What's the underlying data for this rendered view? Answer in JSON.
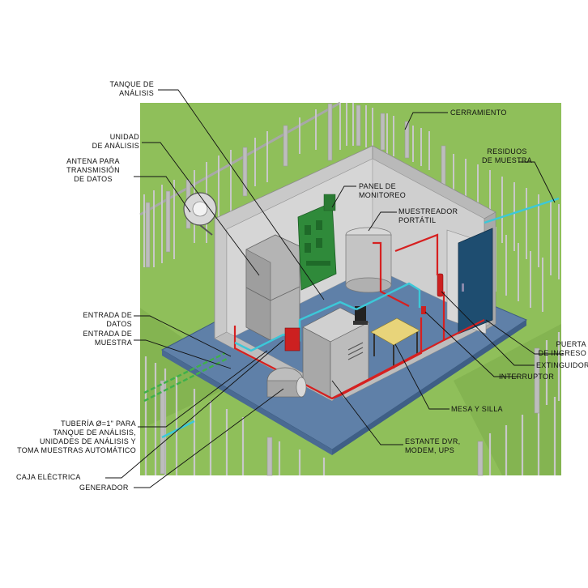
{
  "labels": {
    "tanque_analisis": [
      "TANQUE DE",
      "ANÁLISIS"
    ],
    "unidad_analisis": [
      "UNIDAD",
      "DE ANÁLISIS"
    ],
    "antena": [
      "ANTENA PARA",
      "TRANSMISIÓN",
      "DE DATOS"
    ],
    "cerramiento": [
      "CERRAMIENTO"
    ],
    "residuos_muestra": [
      "RESIDUOS",
      "DE MUESTRA"
    ],
    "panel_monitoreo": [
      "PANEL DE",
      "MONITOREO"
    ],
    "muestreador_portatil": [
      "MUESTREADOR",
      "PORTÁTIL"
    ],
    "entrada_datos": [
      "ENTRADA DE",
      "DATOS"
    ],
    "entrada_muestra": [
      "ENTRADA DE",
      "MUESTRA"
    ],
    "puerta_ingreso": [
      "PUERTA",
      "DE INGRESO"
    ],
    "extinguidor": [
      "EXTINGUIDOR"
    ],
    "interruptor": [
      "INTERRUPTOR"
    ],
    "mesa_silla": [
      "MESA Y SILLA"
    ],
    "estante": [
      "ESTANTE DVR,",
      "MODEM, UPS"
    ],
    "tuberia": [
      "TUBERÍA Ø=1\" PARA",
      "TANQUE DE ANÁLISIS,",
      "UNIDADES DE ANÁLISIS Y",
      "TOMA MUESTRAS AUTOMÁTICO"
    ],
    "caja_electrica": [
      "CAJA ELÉCTRICA"
    ],
    "generador": [
      "GENERADOR"
    ]
  },
  "colors": {
    "grass": "#8fbf5a",
    "floor": "#5f80a8",
    "wall": "#c9c9c9",
    "fence": "#b9b9b9",
    "panel": "#2f8a3a",
    "door": "#1e4d70",
    "pipe_red": "#d62020",
    "pipe_cyan": "#3cc8d8",
    "pipe_green": "#3fb04a",
    "table": "#e8d47a"
  }
}
